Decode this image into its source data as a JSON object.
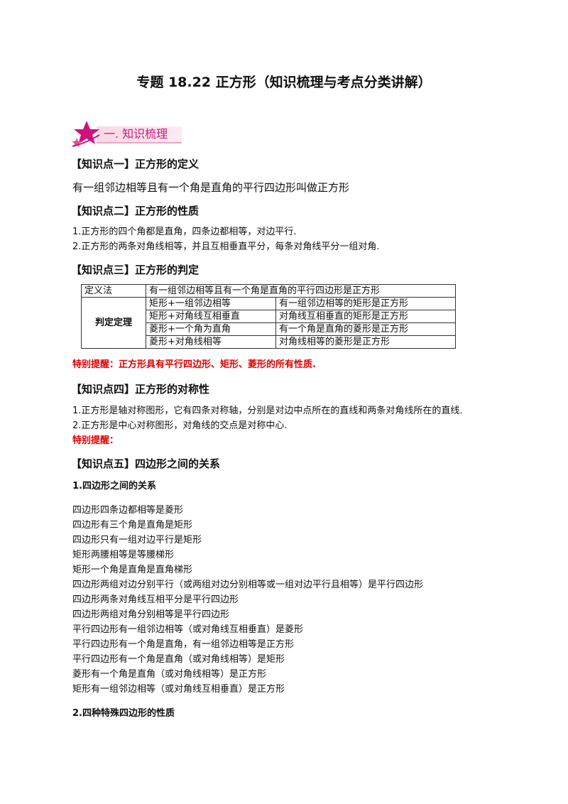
{
  "title": "专题 18.22  正方形（知识梳理与考点分类讲解）",
  "section_banner": {
    "label": "一. 知识梳理",
    "icon": "star-icon"
  },
  "kp1": {
    "heading": "【知识点一】正方形的定义",
    "text": "有一组邻边相等且有一个角是直角的平行四边形叫做正方形"
  },
  "kp2": {
    "heading": "【知识点二】正方形的性质",
    "items": [
      "1.正方形的四个角都是直角，四条边都相等，对边平行.",
      "2.正方形的两条对角线相等，并且互相垂直平分，每条对角线平分一组对角."
    ]
  },
  "kp3": {
    "heading": "【知识点三】正方形的判定",
    "table": {
      "def_label": "定义法",
      "def_text": "有一组邻边相等且有一个角是直角的平行四边形是正方形",
      "group_label": "判定定理",
      "rows": [
        {
          "cond": "矩形+一组邻边相等",
          "result": "有一组邻边相等的矩形是正方形"
        },
        {
          "cond": "矩形+对角线互相垂直",
          "result": "对角线互相垂直的矩形是正方形"
        },
        {
          "cond": "菱形+一个角为直角",
          "result": "有一个角是直角的菱形是正方形"
        },
        {
          "cond": "菱形+对角线相等",
          "result": "对角线相等的菱形是正方形"
        }
      ]
    },
    "reminder": "特别提醒：正方形具有平行四边形、矩形、菱形的所有性质."
  },
  "kp4": {
    "heading": "【知识点四】正方形的对称性",
    "items": [
      "1.正方形是轴对称图形，它有四条对称轴，分别是对边中点所在的直线和两条对角线所在的直线.",
      "2.正方形是中心对称图形，对角线的交点是对称中心."
    ],
    "reminder": "特别提醒："
  },
  "kp5": {
    "heading": "【知识点五】四边形之间的关系",
    "sub1": "1.四边形之间的关系",
    "lines": [
      "四边形四条边都相等是菱形",
      "四边形有三个角是直角是矩形",
      "四边形只有一组对边平行是矩形",
      "矩形两腰相等是等腰梯形",
      "矩形一个角是直角是直角梯形",
      "四边形两组对边分别平行（或两组对边分别相等或一组对边平行且相等）是平行四边形",
      "四边形两条对角线互相平分是平行四边形",
      "四边形两组对角分别相等是平行四边形",
      "平行四边形有一组邻边相等（或对角线互相垂直）是菱形",
      "平行四边形有一个角是直角，有一组邻边相等是正方形",
      "平行四边形有一个角是直角（或对角线相等）是矩形",
      "菱形有一个角是直角（或对角线相等）是正方形",
      "矩形有一组邻边相等（或对角线互相垂直）是正方形"
    ],
    "sub2": "2.四种特殊四边形的性质"
  },
  "colors": {
    "accent": "#c8197a",
    "reminder": "#e00000"
  }
}
